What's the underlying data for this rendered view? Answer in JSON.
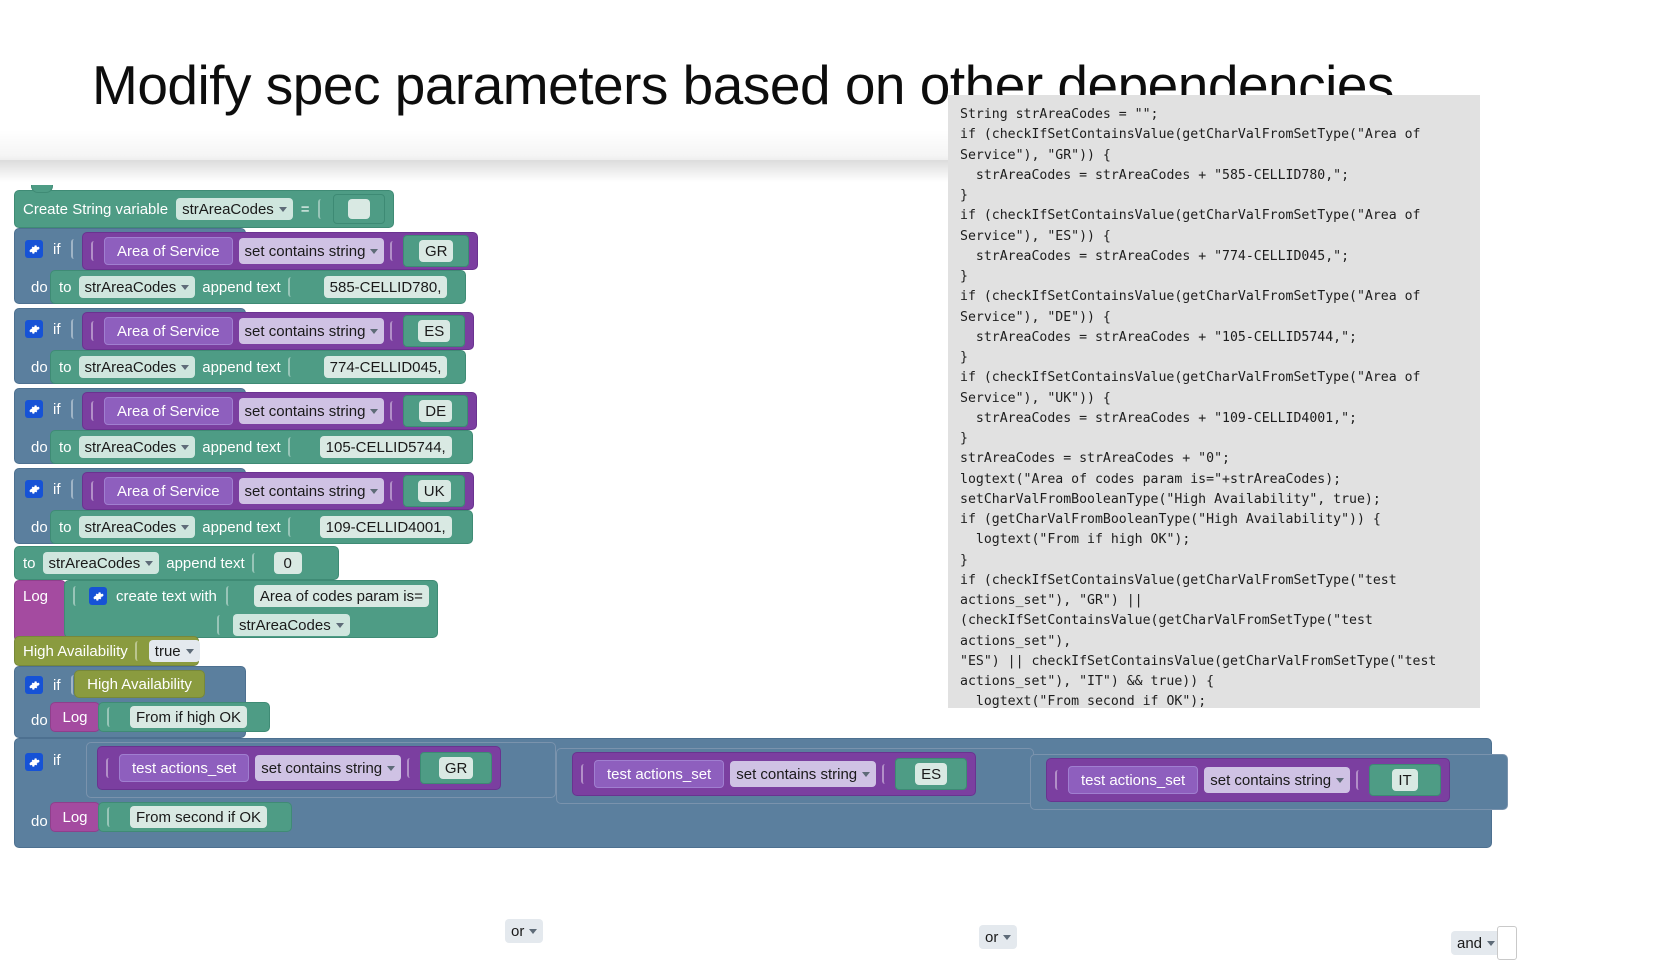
{
  "title": "Modify spec parameters based on other dependencies",
  "code_panel": {
    "language": "java-like pseudocode",
    "text": "String strAreaCodes = \"\";\nif (checkIfSetContainsValue(getCharValFromSetType(\"Area of\nService\"), \"GR\")) {\n  strAreaCodes = strAreaCodes + \"585-CELLID780,\";\n}\nif (checkIfSetContainsValue(getCharValFromSetType(\"Area of\nService\"), \"ES\")) {\n  strAreaCodes = strAreaCodes + \"774-CELLID045,\";\n}\nif (checkIfSetContainsValue(getCharValFromSetType(\"Area of\nService\"), \"DE\")) {\n  strAreaCodes = strAreaCodes + \"105-CELLID5744,\";\n}\nif (checkIfSetContainsValue(getCharValFromSetType(\"Area of\nService\"), \"UK\")) {\n  strAreaCodes = strAreaCodes + \"109-CELLID4001,\";\n}\nstrAreaCodes = strAreaCodes + \"0\";\nlogtext(\"Area of codes param is=\"+strAreaCodes);\nsetCharValFromBooleanType(\"High Availability\", true);\nif (getCharValFromBooleanType(\"High Availability\")) {\n  logtext(\"From if high OK\");\n}\nif (checkIfSetContainsValue(getCharValFromSetType(\"test\nactions_set\"), \"GR\") ||\n(checkIfSetContainsValue(getCharValFromSetType(\"test actions_set\"),\n\"ES\") || checkIfSetContainsValue(getCharValFromSetType(\"test\nactions_set\"), \"IT\") && true)) {\n  logtext(\"From second if OK\");\n}"
  },
  "workspace": {
    "create_var": {
      "label": "Create String variable",
      "variable": "strAreaCodes",
      "equals": "=",
      "value": ""
    },
    "if_blocks": [
      {
        "if_label": "if",
        "do_label": "do",
        "condition": {
          "left": "Area of Service",
          "operator": "set contains string",
          "right": "GR"
        },
        "action": {
          "to_label": "to",
          "variable": "strAreaCodes",
          "append_label": "append text",
          "text": "585-CELLID780,"
        }
      },
      {
        "if_label": "if",
        "do_label": "do",
        "condition": {
          "left": "Area of Service",
          "operator": "set contains string",
          "right": "ES"
        },
        "action": {
          "to_label": "to",
          "variable": "strAreaCodes",
          "append_label": "append text",
          "text": "774-CELLID045,"
        }
      },
      {
        "if_label": "if",
        "do_label": "do",
        "condition": {
          "left": "Area of Service",
          "operator": "set contains string",
          "right": "DE"
        },
        "action": {
          "to_label": "to",
          "variable": "strAreaCodes",
          "append_label": "append text",
          "text": "105-CELLID5744,"
        }
      },
      {
        "if_label": "if",
        "do_label": "do",
        "condition": {
          "left": "Area of Service",
          "operator": "set contains string",
          "right": "UK"
        },
        "action": {
          "to_label": "to",
          "variable": "strAreaCodes",
          "append_label": "append text",
          "text": "109-CELLID4001,"
        }
      }
    ],
    "append_zero": {
      "to_label": "to",
      "variable": "strAreaCodes",
      "append_label": "append text",
      "text": "0"
    },
    "log_create_text": {
      "log_label": "Log",
      "create_text_label": "create text with",
      "item1": "Area of codes param is=",
      "item2": "strAreaCodes"
    },
    "set_high_availability": {
      "label": "High Availability",
      "value": "true"
    },
    "if_high_availability": {
      "if_label": "if",
      "do_label": "do",
      "condition": "High Availability",
      "log_label": "Log",
      "log_text": "From if high OK"
    },
    "if_compound": {
      "if_label": "if",
      "do_label": "do",
      "terms": [
        {
          "left": "test actions_set",
          "operator": "set contains string",
          "right": "GR"
        },
        {
          "left": "test actions_set",
          "operator": "set contains string",
          "right": "ES"
        },
        {
          "left": "test actions_set",
          "operator": "set contains string",
          "right": "IT"
        }
      ],
      "joiners": [
        "or",
        "or",
        "and"
      ],
      "log_label": "Log",
      "log_text": "From second if OK"
    }
  },
  "colors": {
    "green": "#4e9c85",
    "purple": "#7b3fa0",
    "lilac": "#8e5fbe",
    "blue_grey": "#5b7f9e",
    "olive": "#8a9b3f",
    "magenta": "#a44ba0",
    "gear_blue": "#1652d6",
    "code_bg": "#e1e1e1"
  }
}
